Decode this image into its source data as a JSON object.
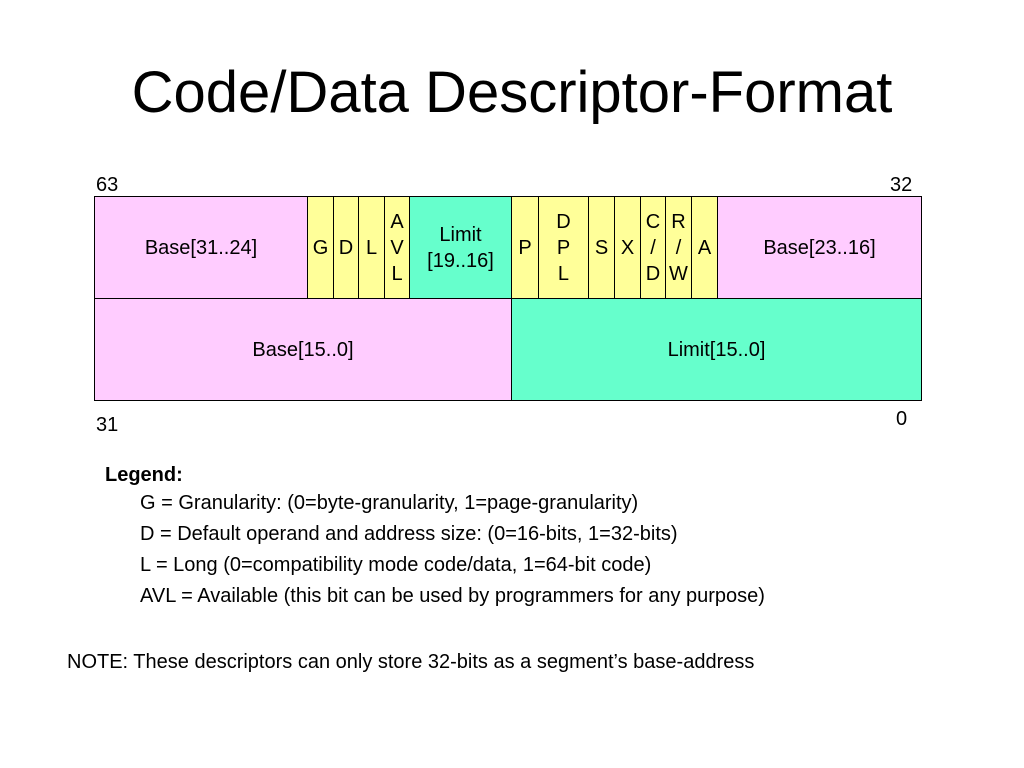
{
  "title": "Code/Data Descriptor-Format",
  "bit_labels": {
    "upper_left": "63",
    "upper_right": "32",
    "lower_left": "31",
    "lower_right": "0"
  },
  "colors": {
    "base": "#ffccff",
    "limit": "#66ffcc",
    "flag": "#ffff99",
    "border": "#000000"
  },
  "upper_row": {
    "base_high": "Base[31..24]",
    "g": "G",
    "d": "D",
    "l": "L",
    "avl": [
      "A",
      "V",
      "L"
    ],
    "limit_high": [
      "Limit",
      "[19..16]"
    ],
    "p": "P",
    "dpl": [
      "D",
      "P",
      "L"
    ],
    "s": "S",
    "x": "X",
    "cd": [
      "C",
      "/",
      "D"
    ],
    "rw": [
      "R",
      "/",
      "W"
    ],
    "a": "A",
    "base_mid": "Base[23..16]"
  },
  "lower_row": {
    "base_low": "Base[15..0]",
    "limit_low": "Limit[15..0]"
  },
  "legend": {
    "title": "Legend:",
    "items": [
      "G = Granularity: (0=byte-granularity, 1=page-granularity)",
      "D = Default operand and address size: (0=16-bits, 1=32-bits)",
      "L = Long (0=compatibility mode code/data, 1=64-bit code)",
      "AVL = Available (this bit can be used by programmers for any purpose)"
    ]
  },
  "note": "NOTE: These descriptors can only store 32-bits as a segment’s base-address"
}
